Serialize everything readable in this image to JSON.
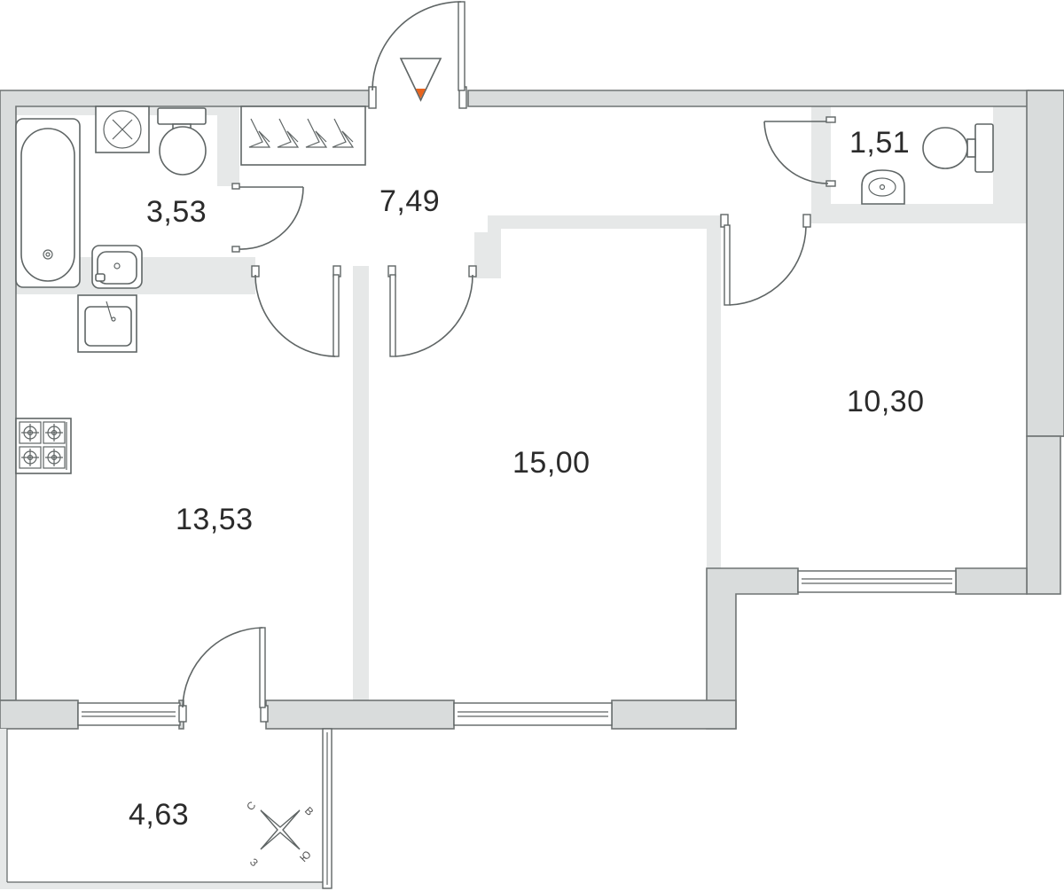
{
  "rooms": [
    {
      "id": "bathroom",
      "area": "3,53"
    },
    {
      "id": "hallway",
      "area": "7,49"
    },
    {
      "id": "toilet",
      "area": "1,51"
    },
    {
      "id": "kitchen",
      "area": "13,53"
    },
    {
      "id": "bedroom-middle",
      "area": "15,00"
    },
    {
      "id": "bedroom-right",
      "area": "10,30"
    },
    {
      "id": "balcony",
      "area": "4,63"
    }
  ],
  "compass": {
    "n": "С",
    "e": "В",
    "s": "Ю",
    "w": "З"
  },
  "colors": {
    "wall": "#d9dcdc",
    "outline": "#5f6565",
    "entrance_marker": "#e8641e"
  }
}
